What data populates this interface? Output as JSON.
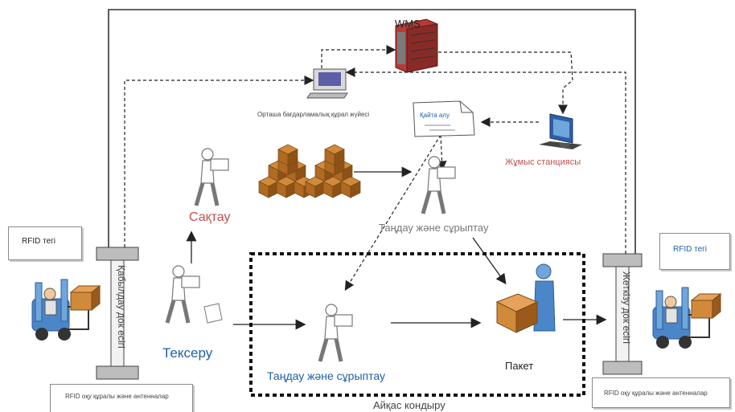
{
  "labels": {
    "wms": "WMS",
    "middleware": "Орташа бағдарламалық құрал жүйесі",
    "return_doc_title": "Қайта алу",
    "workstation": "Жұмыс станциясы",
    "storage": "Сақтау",
    "picking_top": "Таңдау және сұрыптау",
    "picking_bottom": "Таңдау және сұрыптау",
    "inspection": "Тексеру",
    "packing": "Пакет",
    "verification": "Айқас кондыру",
    "receiving_dock": "Қабылдау док есігі",
    "shipping_dock": "Жеткізу док есігі",
    "rfid_tag_left": "RFID тегі",
    "rfid_tag_right": "RFID тегі",
    "rfid_reader_left": "RFID оқу құралы және антенналар",
    "rfid_reader_right": "RFID оқу құралы және антенналар"
  },
  "colors": {
    "storage_text": "#c0504d",
    "blue_text": "#1f5fa8",
    "workstation_text": "#c0504d",
    "gray_text": "#555555",
    "line": "#222222",
    "box_brown": "#b8742c"
  },
  "icons": {
    "server": "wms-server-icon",
    "computer": "middleware-computer-icon",
    "workstation": "workstation-computer-icon",
    "document": "return-document-icon",
    "boxes": "boxes-pile-icon",
    "worker": "worker-carrying-box-icon",
    "forklift": "forklift-icon",
    "packer": "packer-icon"
  }
}
